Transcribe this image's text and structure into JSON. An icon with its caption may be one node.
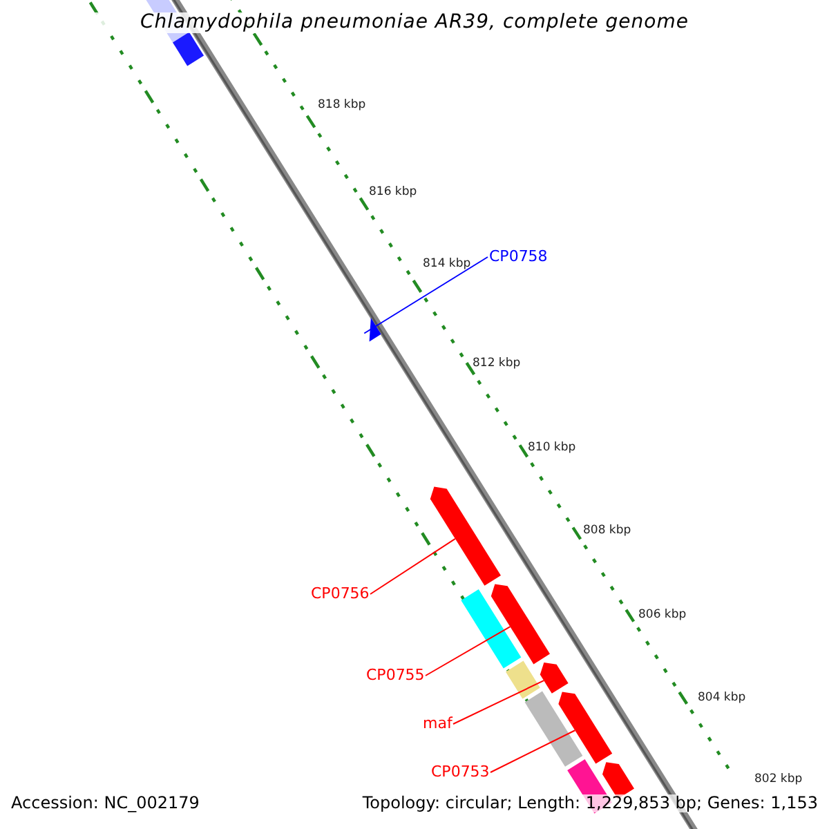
{
  "diagram": {
    "title": "Chlamydophila pneumoniae AR39, complete genome",
    "nodes": [
      {
        "text": [
          "CP0758"
        ]
      },
      {
        "text": [],
        "shape": "triangle"
      },
      {
        "text": [
          "CP0756"
        ]
      },
      {
        "text": [],
        "shape": "arrow"
      },
      {
        "text": [
          "CP0755"
        ]
      },
      {
        "text": [],
        "shape": "arrow"
      },
      {
        "text": [
          "maf"
        ]
      },
      {
        "text": [],
        "shape": "arrow"
      },
      {
        "text": [
          "CP0753"
        ]
      },
      {
        "text": [],
        "shape": "arrow"
      }
    ],
    "edges": [
      {
        "from": 0,
        "to": 1,
        "arrow": "none",
        "color": "#0000ff"
      },
      {
        "from": 2,
        "to": 3,
        "arrow": "none"
      },
      {
        "from": 4,
        "to": 5,
        "arrow": "none"
      },
      {
        "from": 6,
        "to": 7,
        "arrow": "none"
      },
      {
        "from": 8,
        "to": 9,
        "arrow": "none"
      }
    ],
    "labels": [
      "818 kbp",
      "816 kbp",
      "814 kbp",
      "812 kbp",
      "810 kbp",
      "808 kbp",
      "806 kbp",
      "804 kbp",
      "802 kbp",
      "Accession: NC_002179",
      "Topology: circular; Length: 1,229,853 bp; Genes: 1,153"
    ]
  }
}
